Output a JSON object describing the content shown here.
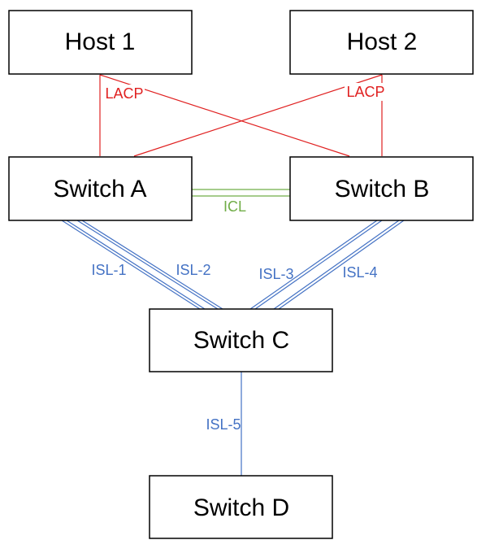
{
  "colors": {
    "lacp": "#e02020",
    "icl": "#70ad47",
    "isl": "#4472c4",
    "box_border": "#000000",
    "text": "#000000"
  },
  "nodes": {
    "host1": "Host 1",
    "host2": "Host 2",
    "switch_a": "Switch A",
    "switch_b": "Switch B",
    "switch_c": "Switch C",
    "switch_d": "Switch D"
  },
  "links": {
    "lacp_left": "LACP",
    "lacp_right": "LACP",
    "icl": "ICL",
    "isl1": "ISL-1",
    "isl2": "ISL-2",
    "isl3": "ISL-3",
    "isl4": "ISL-4",
    "isl5": "ISL-5"
  }
}
